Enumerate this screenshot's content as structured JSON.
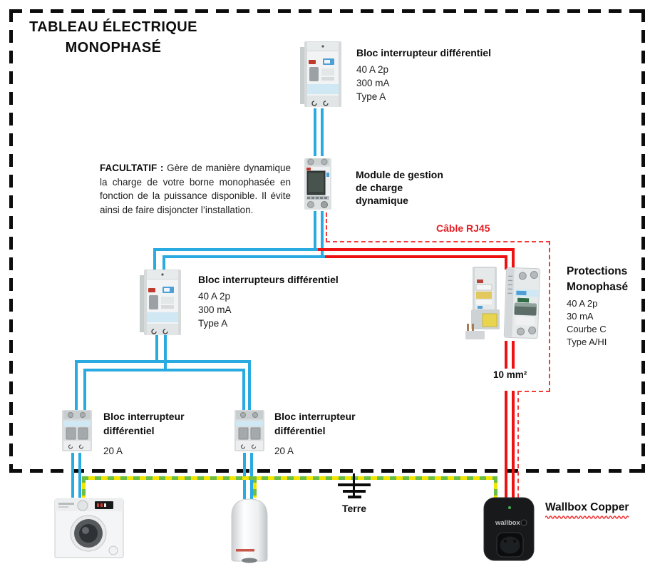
{
  "diagram_title": {
    "line1": "TABLEAU ÉLECTRIQUE",
    "line2": "MONOPHASÉ"
  },
  "note": {
    "lead": "FACULTATIF :",
    "body": "Gère de manière dynamique la charge de votre borne monophasée en fonction de la puissance disponible. Il évite ainsi de faire disjoncter l’installation."
  },
  "main_rcd": {
    "title": "Bloc interrupteur différentiel",
    "spec1": "40 A 2p",
    "spec2": "300 mA",
    "spec3": "Type A"
  },
  "load_module": {
    "line1": "Module de gestion",
    "line2": "de charge",
    "line3": "dynamique"
  },
  "sub_rcd": {
    "title": "Bloc interrupteurs différentiel",
    "spec1": "40 A 2p",
    "spec2": "300 mA",
    "spec3": "Type A"
  },
  "protections": {
    "title1": "Protections",
    "title2": "Monophasé",
    "spec1": "40 A 2p",
    "spec2": "30 mA",
    "spec3": "Courbe C",
    "spec4": "Type A/HI"
  },
  "branch_left": {
    "line1": "Bloc interrupteur",
    "line2": "différentiel",
    "rating": "20 A"
  },
  "branch_right": {
    "line1": "Bloc interrupteur",
    "line2": "différentiel",
    "rating": "20 A"
  },
  "cable_rj45_label": "Câble RJ45",
  "wire_section_label": "10 mm²",
  "earth_label": "Terre",
  "wallbox_label": "Wallbox Copper",
  "wallbox_device_text": "wallbox",
  "colors": {
    "wire_blue": "#29ABE2",
    "wire_red": "#ED1111",
    "rj45_red": "#F23B3B",
    "label_red": "#E31E24",
    "earth_green": "#6CBE45",
    "earth_yellow": "#F2E600"
  }
}
